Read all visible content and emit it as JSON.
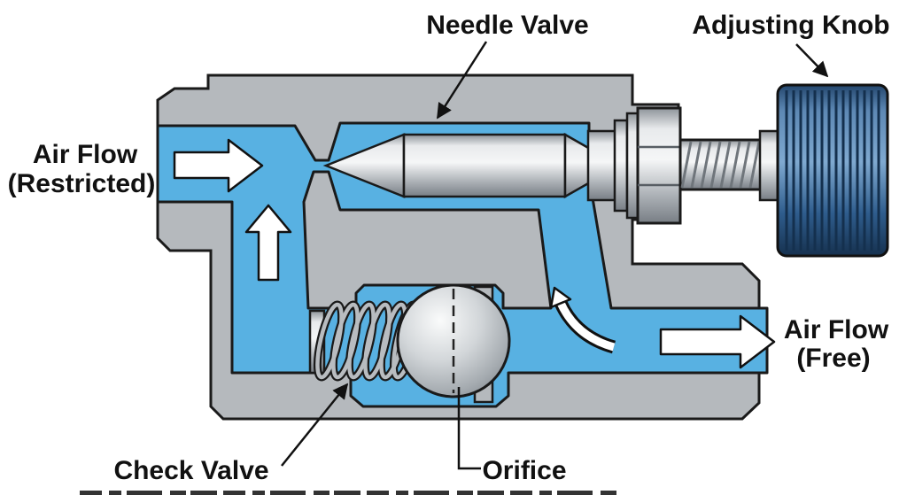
{
  "diagram": {
    "labels": {
      "needle_valve": "Needle Valve",
      "adjusting_knob": "Adjusting Knob",
      "air_flow_restricted_1": "Air Flow",
      "air_flow_restricted_2": "(Restricted)",
      "air_flow_free_1": "Air Flow",
      "air_flow_free_2": "(Free)",
      "check_valve": "Check Valve",
      "orifice": "Orifice"
    },
    "colors": {
      "passage_blue": "#58B1E2",
      "body_gray": "#B5B9BD",
      "outline": "#1A1A1A",
      "arrow_fill": "#FFFFFF"
    }
  }
}
